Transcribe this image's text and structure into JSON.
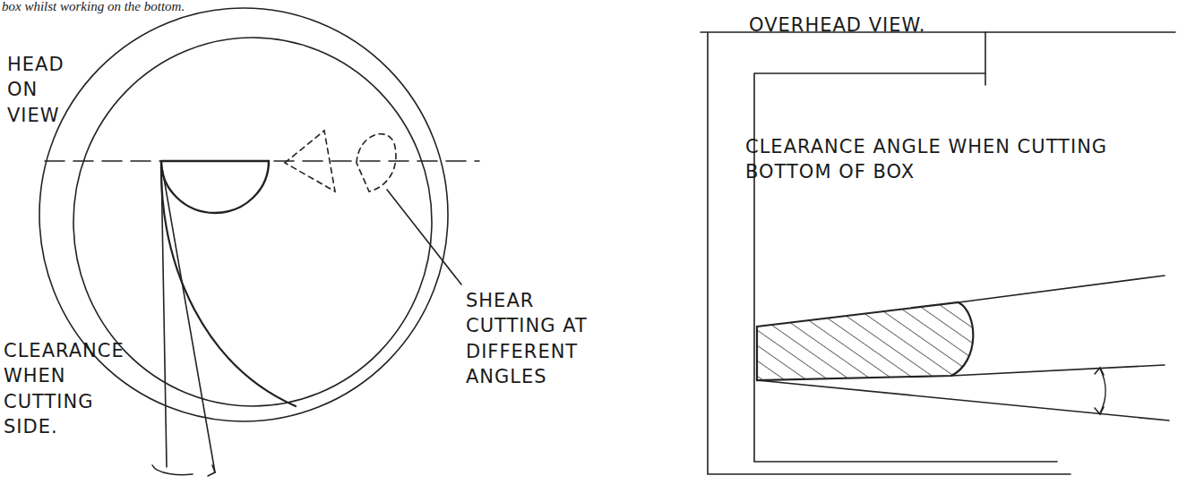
{
  "diagram": {
    "labels": [
      "box whilst working on the bottom.",
      "HEAD ON VIEW",
      "SHEAR CUTTING AT DIFFERENT ANGLES",
      "CLEARANCE WHEN CUTTING SIDE.",
      "OVERHEAD VIEW.",
      "CLEARANCE ANGLE WHEN CUTTING BOTTOM OF BOX"
    ]
  }
}
